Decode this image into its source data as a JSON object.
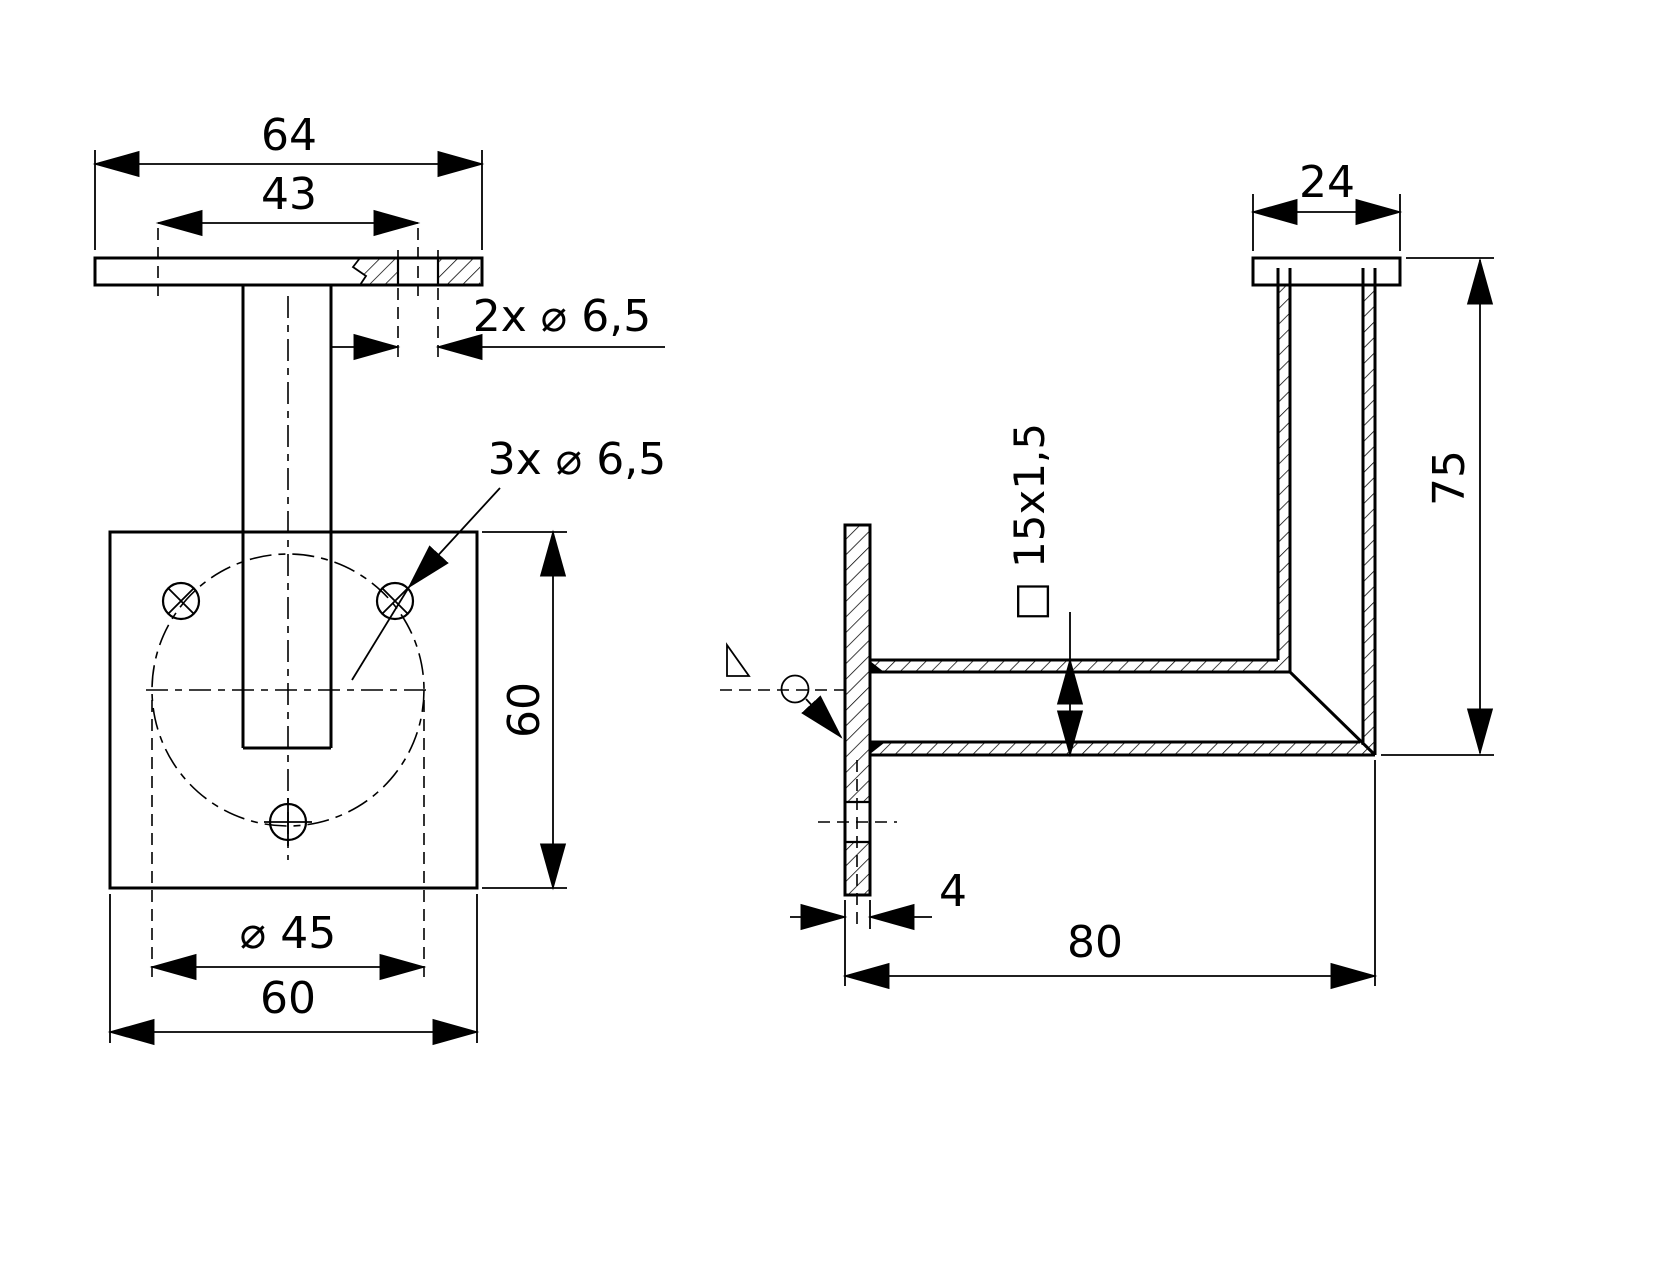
{
  "drawing": {
    "front_view": {
      "top_width": "64",
      "hole_spacing": "43",
      "flange_holes": "2x ⌀ 6,5",
      "base_holes": "3x ⌀ 6,5",
      "base_height": "60",
      "bolt_circle_dia": "⌀ 45",
      "base_width": "60"
    },
    "side_view": {
      "flange_depth": "24",
      "overall_height": "75",
      "tube_section": "□ 15x1,5",
      "base_thickness": "4",
      "arm_reach": "80"
    }
  }
}
